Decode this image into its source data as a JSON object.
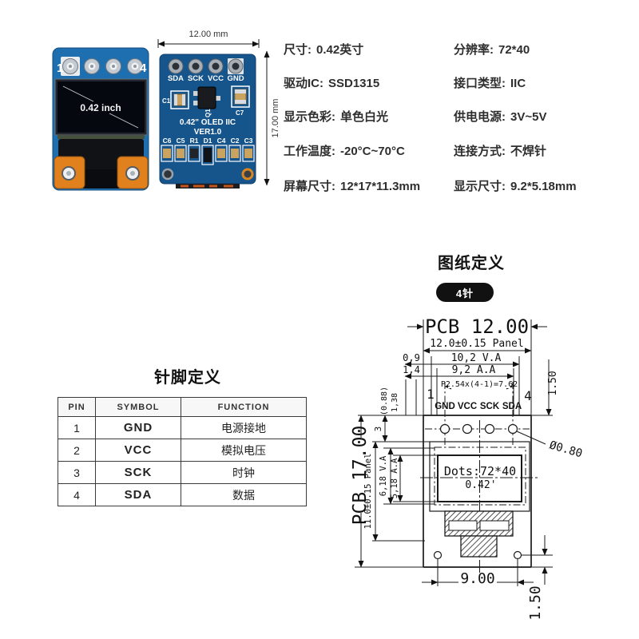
{
  "photos": {
    "front": {
      "pin1_label": "1",
      "pin4_label": "4",
      "screen_text": "0.42 inch"
    },
    "back": {
      "width_dim": "12.00 mm",
      "height_dim": "17.00 mm",
      "pin_labels": [
        "SDA",
        "SCK",
        "VCC",
        "GND"
      ],
      "c1_label": "C1",
      "q1_label": "Q1",
      "c7_label": "C7",
      "silk_line1": "0.42\" OLED IIC",
      "silk_line2": "VER1.0",
      "bottom_labels": [
        "C6",
        "C5",
        "R1",
        "D1",
        "C4",
        "C2",
        "C3"
      ]
    }
  },
  "specs": {
    "rows": [
      {
        "l_label": "尺寸:",
        "l_value": "0.42英寸",
        "r_label": "分辨率:",
        "r_value": "72*40"
      },
      {
        "l_label": "驱动IC:",
        "l_value": "SSD1315",
        "r_label": "接口类型:",
        "r_value": "IIC"
      },
      {
        "l_label": "显示色彩:",
        "l_value": "单色白光",
        "r_label": "供电电源:",
        "r_value": "3V~5V"
      },
      {
        "l_label": "工作温度:",
        "l_value": "-20°C~70°C",
        "r_label": "连接方式:",
        "r_value": "不焊针"
      },
      {
        "l_label": "屏幕尺寸:",
        "l_value": "12*17*11.3mm",
        "r_label": "显示尺寸:",
        "r_value": "9.2*5.18mm"
      }
    ]
  },
  "pin_table": {
    "title": "针脚定义",
    "headers": [
      "PIN",
      "SYMBOL",
      "FUNCTION"
    ],
    "rows": [
      [
        "1",
        "GND",
        "电源接地"
      ],
      [
        "2",
        "VCC",
        "模拟电压"
      ],
      [
        "3",
        "SCK",
        "时钟"
      ],
      [
        "4",
        "SDA",
        "数据"
      ]
    ]
  },
  "drawing": {
    "title": "图纸定义",
    "badge": "4针",
    "pcb_width": "PCB 12.00",
    "panel_width": "12.0±0.15 Panel",
    "off_09": "0,9",
    "va_width": "10,2 V.A",
    "off_14": "1,4",
    "aa_width": "9,2 A.A",
    "edge_to_hole": "1.50",
    "pitch": "P2.54x(4-1)=7.62",
    "pin_first": "1",
    "pin_last": "4",
    "pin_names": [
      "GND",
      "VCC",
      "SCK",
      "SDA"
    ],
    "hole_dia": "Ø0.80",
    "off_088": "(0.88)",
    "off_138": "1,38",
    "off_3": "3",
    "pcb_height": "PCB 17.00",
    "panel_height": "11.0±0.15 Panel",
    "va_height": "6,18 V.A",
    "aa_height": "5,18 A.A",
    "dots": "Dots:72*40",
    "size_inch": "0.42'",
    "hole_span": "9.00",
    "hole_to_edge": "1.50"
  },
  "colors": {
    "pcb_front": "#1e6fb0",
    "pcb_back": "#16548c",
    "tab_orange": "#e0811e",
    "badge_black": "#111111",
    "screen_black": "#06080f"
  }
}
